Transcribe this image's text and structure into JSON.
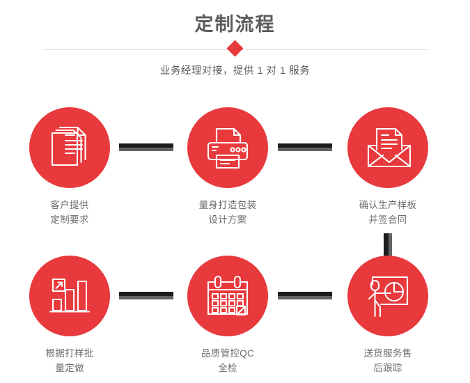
{
  "header": {
    "title": "定制流程",
    "subtitle": "业务经理对接，提供 1 对 1 服务",
    "accent_color": "#e8393c",
    "title_color": "#5b5b5b",
    "divider_color": "#d8d8d8",
    "diamond_icon": "diamond-marker"
  },
  "flow": {
    "circle_color": "#e8393c",
    "connector_color": "#1c1c1c",
    "connector_shadow_color": "#626262",
    "caption_color": "#6d6d6d",
    "steps": [
      {
        "index": "1",
        "icon": "documents-stack-icon",
        "caption": "客户提供\n定制要求"
      },
      {
        "index": "2",
        "icon": "printer-icon",
        "caption": "量身打造包装\n设计方案"
      },
      {
        "index": "3",
        "icon": "envelope-letter-icon",
        "caption": "确认生产样板\n并签合同"
      },
      {
        "index": "4",
        "icon": "bar-chart-growth-icon",
        "caption": "根据打样批\n量定做"
      },
      {
        "index": "5",
        "icon": "calendar-icon",
        "caption": "品质管控QC\n全检"
      },
      {
        "index": "6",
        "icon": "presentation-pie-chart-icon",
        "caption": "送货服务售\n后跟踪"
      }
    ]
  }
}
